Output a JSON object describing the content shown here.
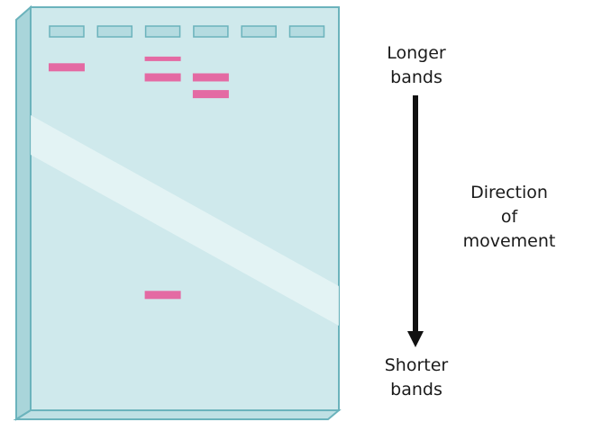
{
  "colors": {
    "gel_face": "#cfe9ec",
    "gel_edge": "#6bb3bc",
    "gel_side": "#a9d5da",
    "gel_bottom": "#bfe0e4",
    "well_fill": "#b4dbe0",
    "band": "#e46aa3",
    "glare": "#e6f4f6",
    "arrow": "#111111"
  },
  "gel": {
    "lanes": 6,
    "bands": [
      {
        "lane": 1,
        "band_position": 0.06
      },
      {
        "lane": 3,
        "band_position": 0.04
      },
      {
        "lane": 3,
        "band_position": 0.09
      },
      {
        "lane": 4,
        "band_position": 0.09
      },
      {
        "lane": 4,
        "band_position": 0.14
      },
      {
        "lane": 3,
        "band_position": 0.74
      }
    ]
  },
  "labels": {
    "top_line1": "Longer",
    "top_line2": "bands",
    "bottom_line1": "Shorter",
    "bottom_line2": "bands",
    "side_line1": "Direction",
    "side_line2": "of",
    "side_line3": "movement"
  },
  "arrow": {
    "direction": "down"
  }
}
